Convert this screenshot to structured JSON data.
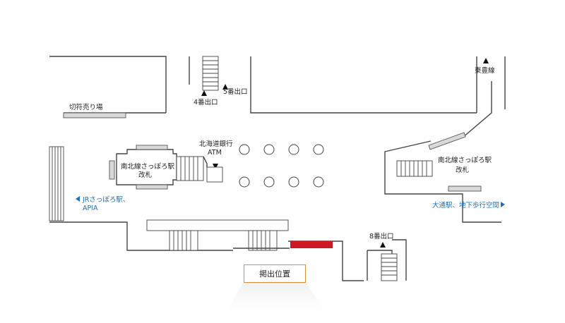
{
  "labels": {
    "exit5": "5番出口",
    "exit4": "4番出口",
    "toho_line": "東豊線",
    "ticket_area": "切符売り場",
    "hokkaido_bank": "北海道銀行",
    "atm": "ATM",
    "gate_left_line1": "南北線さっぽろ駅",
    "gate_left_line2": "改札",
    "gate_right_line1": "南北線さっぽろ駅",
    "gate_right_line2": "改札",
    "jr_line1": "JRさっぽろ駅、",
    "jr_line2": "APIA",
    "odori": "大通駅、地下歩行空間",
    "exit8": "8番出口",
    "posting_location": "掲出位置"
  },
  "colors": {
    "posting_marker": "#cc1a24",
    "callout_border": "#e08a3c",
    "link_blue": "#1f6fb8",
    "wall": "#444444"
  },
  "icons": [
    "up-arrow-icon",
    "down-arrow-icon",
    "left-arrow-icon",
    "right-arrow-icon"
  ]
}
